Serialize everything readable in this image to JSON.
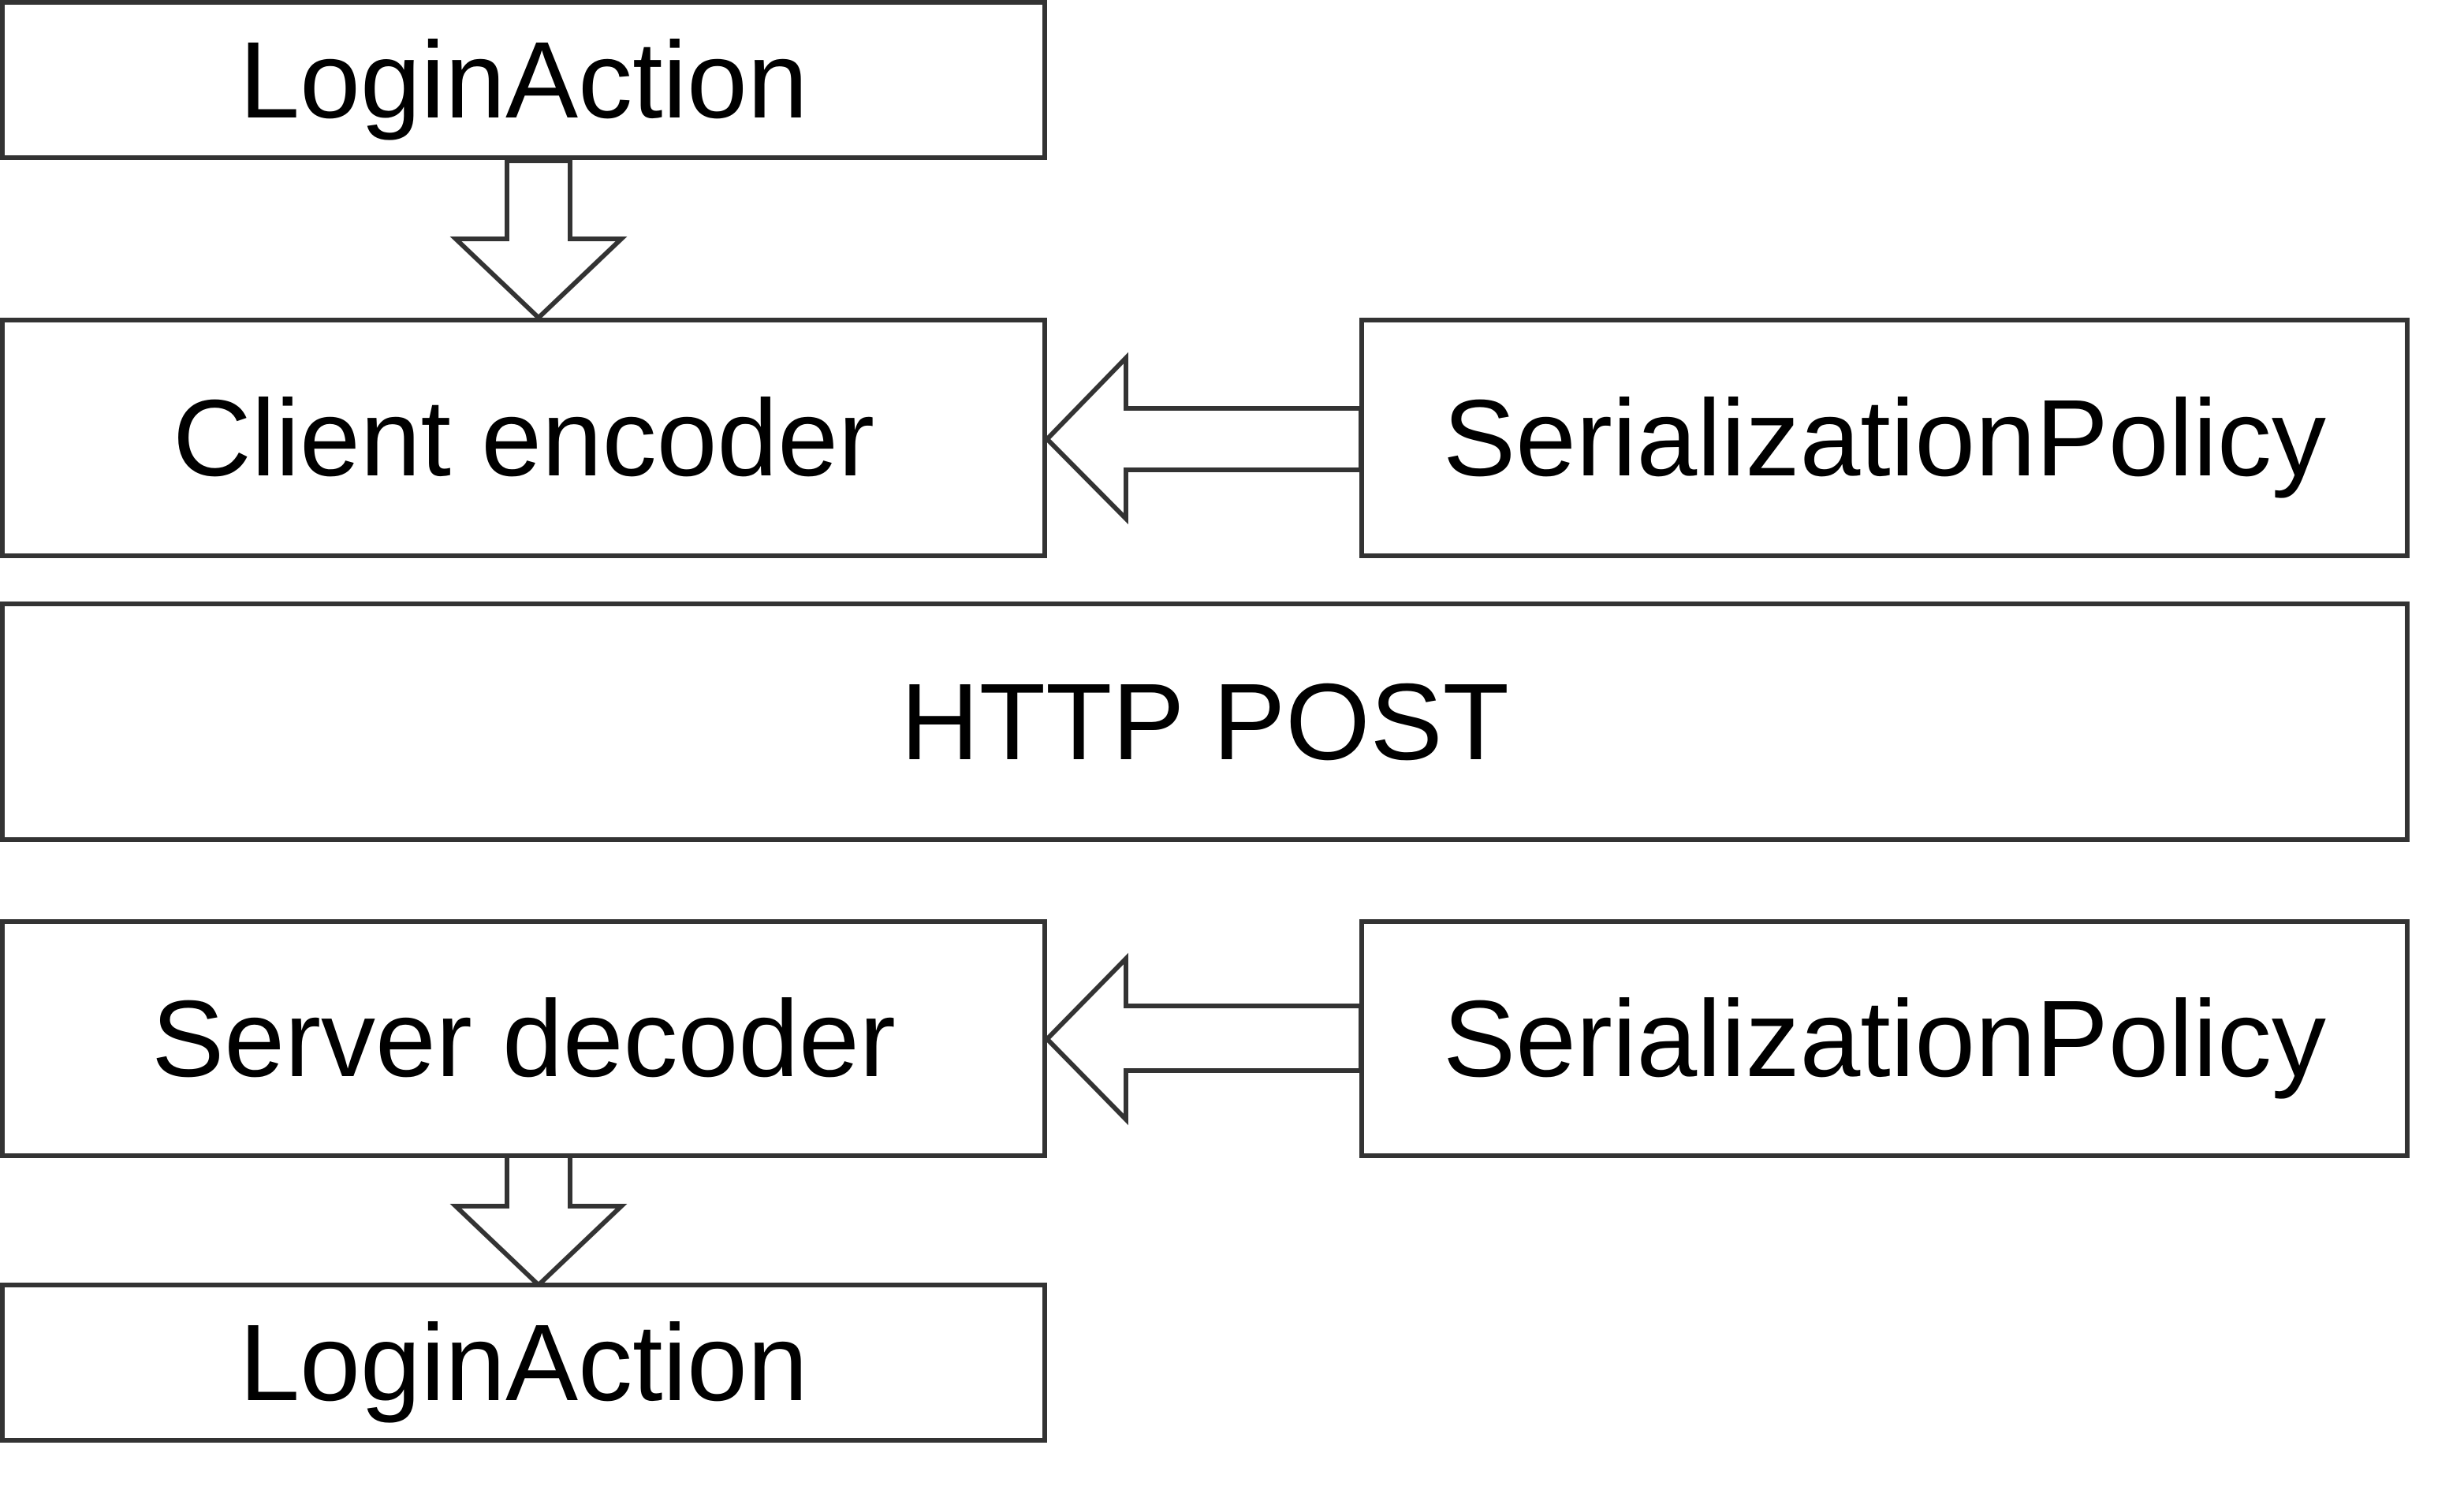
{
  "diagram": {
    "type": "serialization-flow",
    "nodes": {
      "top_action": "LoginAction",
      "client_encoder": "Client encoder",
      "client_policy": "SerializationPolicy",
      "transport": "HTTP POST",
      "server_decoder": "Server decoder",
      "server_policy": "SerializationPolicy",
      "bottom_action": "LoginAction"
    },
    "edges": [
      {
        "from": "top_action",
        "to": "client_encoder"
      },
      {
        "from": "client_policy",
        "to": "client_encoder"
      },
      {
        "from": "server_policy",
        "to": "server_decoder"
      },
      {
        "from": "server_decoder",
        "to": "bottom_action"
      }
    ],
    "colors": {
      "stroke": "#333333",
      "fill": "#ffffff",
      "text": "#000000"
    }
  }
}
